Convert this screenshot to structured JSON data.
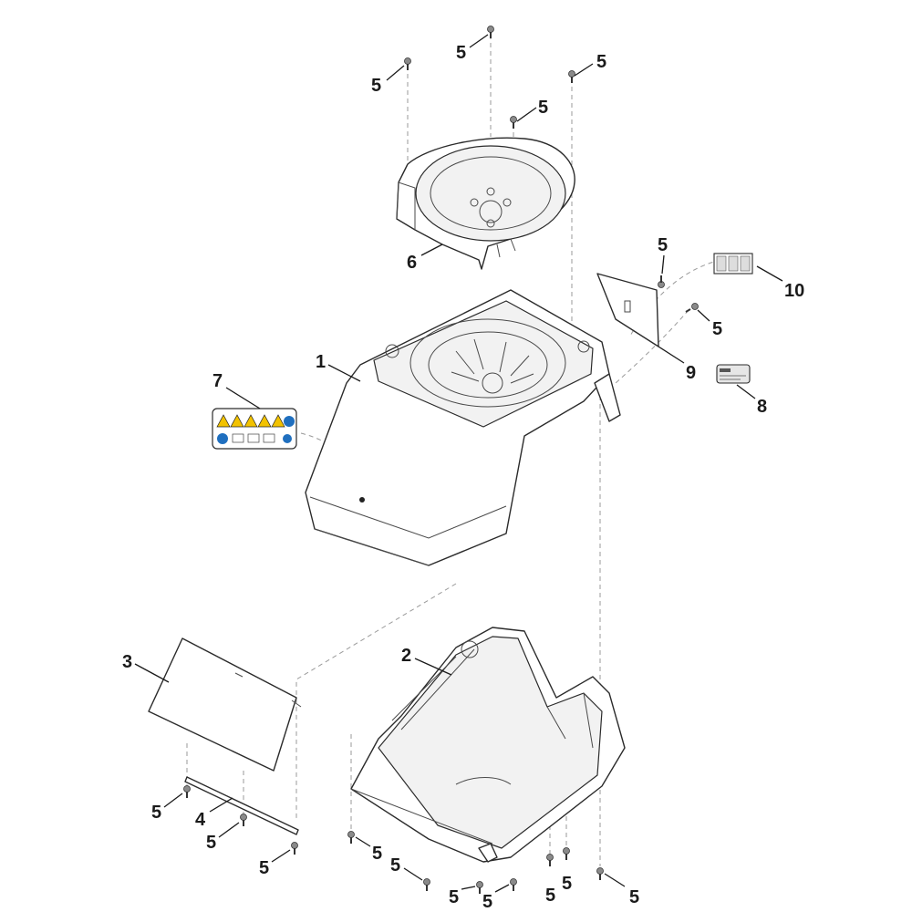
{
  "callouts": {
    "p1": "1",
    "p2": "2",
    "p3": "3",
    "p4": "4",
    "p5": "5",
    "p6": "6",
    "p7": "7",
    "p8": "8",
    "p9": "9",
    "p10": "10"
  },
  "icons": {
    "warning_label_7": "safety-pictogram-strip-icon",
    "label_8": "rating-plate-icon",
    "label_10": "instruction-label-icon"
  },
  "colors": {
    "line": "#2b2b2b",
    "pictogram_yellow": "#f2c200",
    "pictogram_blue": "#1f6fbf"
  }
}
